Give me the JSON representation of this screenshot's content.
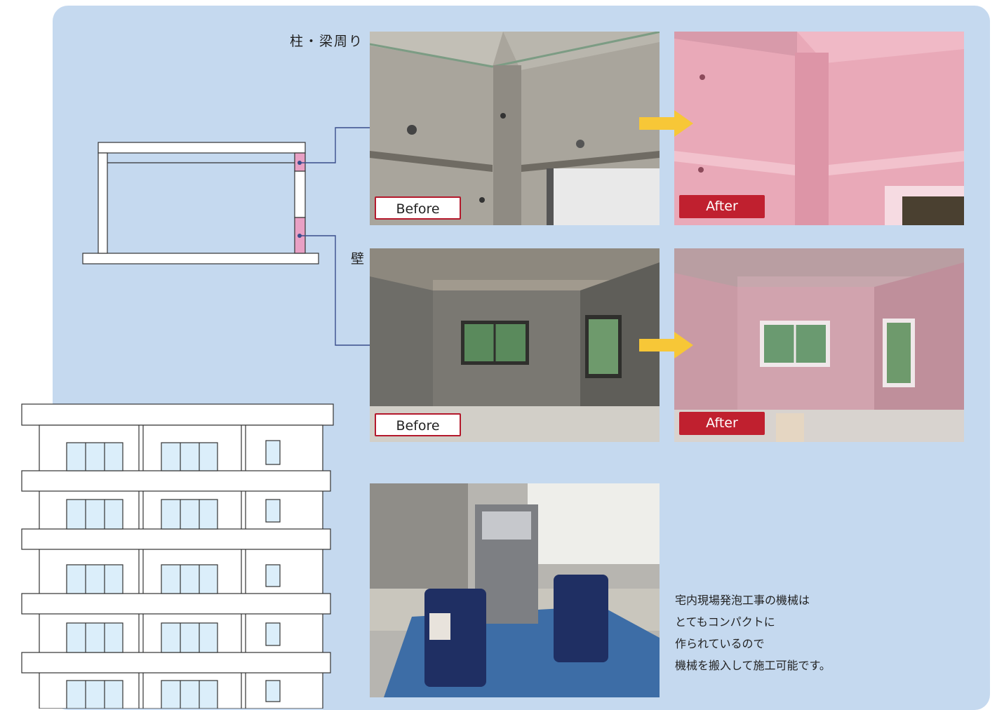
{
  "labels": {
    "column_beam": "柱・梁周り",
    "wall": "壁"
  },
  "tags": {
    "before": "Before",
    "after": "After"
  },
  "caption": {
    "lines": [
      "宅内現場発泡工事の機械は",
      "とてもコンパクトに",
      "作られているので",
      "機械を搬入して施工可能です。"
    ]
  },
  "colors": {
    "panel": "#c5d9ef",
    "insulation_pink": "#e8a0c4",
    "arrow_yellow": "#f7c737",
    "after_tag": "#c0202f",
    "connector_line": "#3a4e8c",
    "window_blue": "#dbeefa"
  }
}
